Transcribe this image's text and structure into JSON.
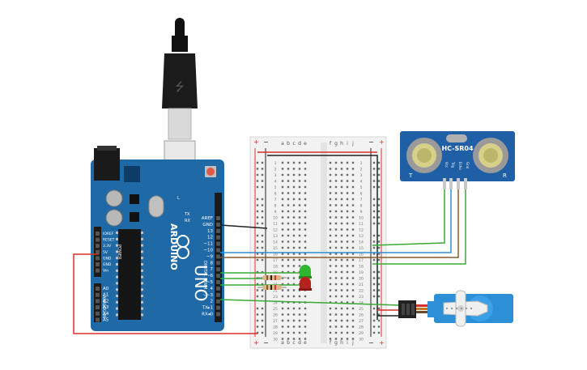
{
  "arduino": {
    "brand": "ARDUINO",
    "model": "UNO",
    "tx_label": "TX",
    "rx_label": "RX",
    "l_label": "L",
    "on_label": "ON",
    "power_label": "POWER",
    "digital_label": "DIGITAL (PWM ~)",
    "analog_label": "ANALOG IN",
    "digital_pins": [
      "AREF",
      "GND",
      "13",
      "12",
      "~11",
      "~10",
      "~9",
      "8",
      "7",
      "~6",
      "~5",
      "4",
      "~3",
      "2",
      "TX▸1",
      "RX◂0"
    ],
    "power_pins": [
      "IOREF",
      "RESET",
      "3.3V",
      "5V",
      "GND",
      "GND",
      "Vin"
    ],
    "analog_pins": [
      "A0",
      "A1",
      "A2",
      "A3",
      "A4",
      "A5"
    ]
  },
  "breadboard": {
    "cols_left": [
      "a",
      "b",
      "c",
      "d",
      "e"
    ],
    "cols_right": [
      "f",
      "g",
      "h",
      "i",
      "j"
    ],
    "plus": "+",
    "minus": "−",
    "rows": [
      "1",
      "2",
      "3",
      "4",
      "5",
      "6",
      "7",
      "8",
      "9",
      "10",
      "11",
      "12",
      "13",
      "14",
      "15",
      "16",
      "17",
      "18",
      "19",
      "20",
      "21",
      "22",
      "23",
      "24",
      "25",
      "26",
      "27",
      "28",
      "29",
      "30"
    ]
  },
  "sensor": {
    "name": "HC-SR04",
    "pins": [
      "Vcc",
      "Trig",
      "Echo",
      "Gnd"
    ],
    "t_label": "T",
    "r_label": "R"
  },
  "colors": {
    "board": "#1f6aa6",
    "wire_red": "#d9312b",
    "wire_black": "#222222",
    "wire_green": "#3aaa35",
    "wire_blue": "#2e8fd1",
    "wire_brown": "#8b5a2b",
    "led_green": "#2fb52f",
    "led_red": "#b8221d"
  }
}
